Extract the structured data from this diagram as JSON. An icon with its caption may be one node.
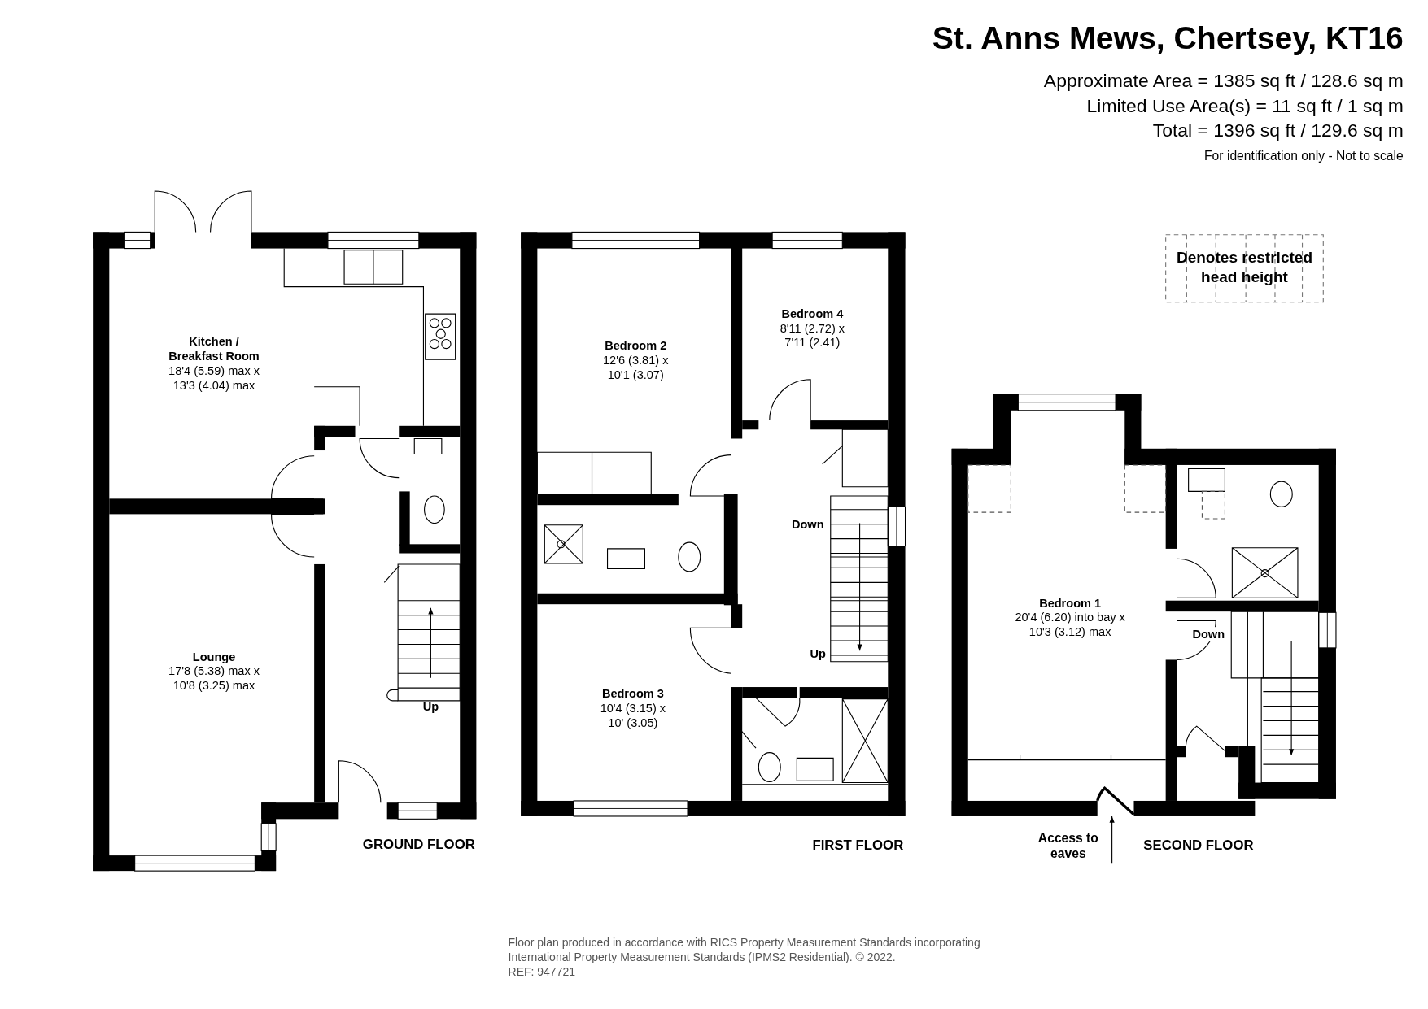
{
  "diagram": {
    "title": "St. Anns Mews, Chertsey, KT16",
    "nodes": [
      {
        "text": [
          "Kitchen / Breakfast Room",
          "18'4 (5.59) max x 13'3 (4.04) max"
        ]
      },
      {
        "text": [
          "Lounge",
          "17'8 (5.38) max x 10'8 (3.25) max"
        ]
      },
      {
        "text": [
          "Bedroom 2",
          "12'6 (3.81) x 10'1 (3.07)"
        ]
      },
      {
        "text": [
          "Bedroom 4",
          "8'11 (2.72) x 7'11 (2.41)"
        ]
      },
      {
        "text": [
          "Bedroom 3",
          "10'4 (3.15) x 10' (3.05)"
        ]
      },
      {
        "text": [
          "Bedroom 1",
          "20'4 (6.20) into bay x 10'3 (3.12) max"
        ]
      },
      {
        "text": [
          "Access to eaves"
        ]
      },
      {
        "text": [],
        "shape": "door"
      }
    ],
    "edges": [
      {
        "from": 6,
        "to": 7,
        "arrow": "to"
      }
    ],
    "labels": [
      "Approximate Area = 1385 sq ft / 128.6 sq m",
      "Limited Use Area(s) = 11 sq ft / 1 sq m",
      "Total = 1396 sq ft / 129.6 sq m",
      "For identification only - Not to scale",
      "Up",
      "GROUND FLOOR",
      "Down",
      "Up",
      "FIRST FLOOR",
      "Down",
      "SECOND FLOOR",
      "Floor plan produced in accordance with RICS Property Measurement Standards incorporating International Property Measurement Standards (IPMS2 Residential). © 2022.",
      "REF: 947721"
    ],
    "legend": [
      {
        "text": "Denotes restricted head height"
      }
    ]
  }
}
